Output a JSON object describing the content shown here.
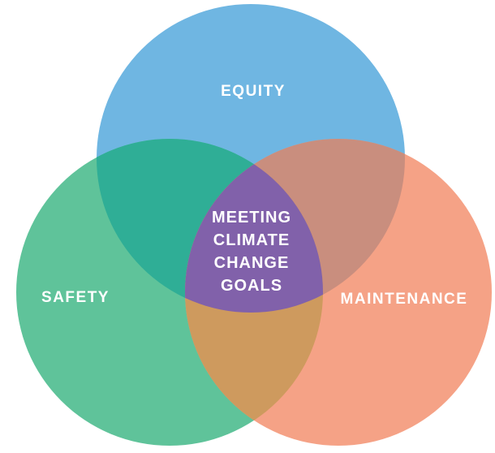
{
  "diagram": {
    "type": "venn",
    "background_color": "#FFFFFF",
    "label_color": "#FFFFFF",
    "circles": [
      {
        "id": "equity",
        "label": "EQUITY",
        "color": "#6FB6E2"
      },
      {
        "id": "safety",
        "label": "SAFETY",
        "color": "#5FC39A"
      },
      {
        "id": "maintenance",
        "label": "MAINTENANCE",
        "color": "#F5A286"
      }
    ],
    "overlaps": {
      "equity_safety": "#2FAE96",
      "equity_maintenance": "#C98E7E",
      "safety_maintenance": "#CE9A5E",
      "center": "#8161AA"
    },
    "center_label": "MEETING\nCLIMATE\nCHANGE\nGOALS"
  }
}
